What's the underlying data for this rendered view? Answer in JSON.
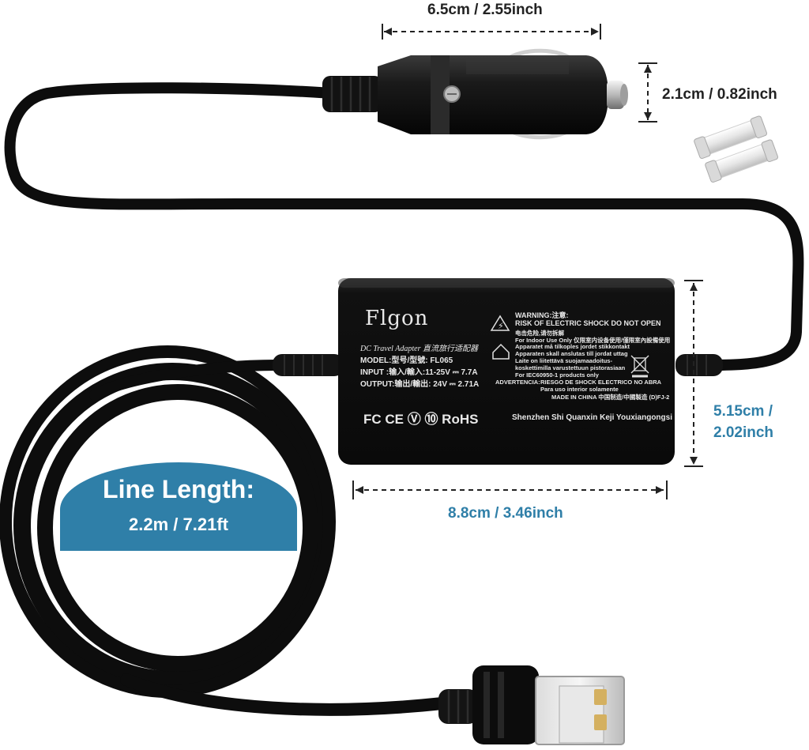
{
  "dimensions": {
    "plug_length": "6.5cm / 2.55inch",
    "plug_diameter": "2.1cm / 0.82inch",
    "adapter_height_line1": "5.15cm /",
    "adapter_height_line2": "2.02inch",
    "adapter_width": "8.8cm / 3.46inch"
  },
  "line_length": {
    "title": "Line Length:",
    "value": "2.2m / 7.21ft"
  },
  "adapter_label": {
    "brand": "Flgon",
    "type": "DC Travel Adapter 直流旅行适配器",
    "model": "MODEL:型号/型號: FL065",
    "input": "INPUT :输入/輸入:11-25V ⎓ 7.7A",
    "output": "OUTPUT:输出/輸出: 24V ⎓ 2.71A",
    "warning_title": "WARNING:注意:",
    "warning_line1": "RISK OF ELECTRIC SHOCK DO NOT OPEN",
    "warning_line2": "电击危险,请勿拆解",
    "indoor_line1": "For Indoor Use Only 仅限室内设备使用/僅限室內設備使用",
    "indoor_line2": "Apparatet må tilkoples jordet stikkontakt",
    "indoor_line3": "Apparaten skall anslutas till jordat uttag",
    "indoor_line4": "Laite on liitettävä suojamaadoitus-",
    "indoor_line5": "koskettimilla varustettuun pistorasiaan",
    "indoor_line6": "For IEC60950-1 products only",
    "advertencia": "ADVERTENCIA:",
    "advertencia_line1": "RIESGO DE SHOCK ELECTRICO NO ABRA",
    "advertencia_line2": "Para uso interior solamente",
    "made_in": "MADE IN CHINA 中国制造/中國製造 (D)FJ-2",
    "certifications": "FC CE Ⓥ ⑩ RoHS",
    "manufacturer": "Shenzhen Shi Quanxin Keji Youxiangongsi"
  },
  "colors": {
    "cable": "#0d0d0d",
    "badge": "#2f7fa8",
    "dimension_dark": "#222222",
    "dimension_blue": "#2f7fa8",
    "connector_pins": "#d4b060"
  }
}
